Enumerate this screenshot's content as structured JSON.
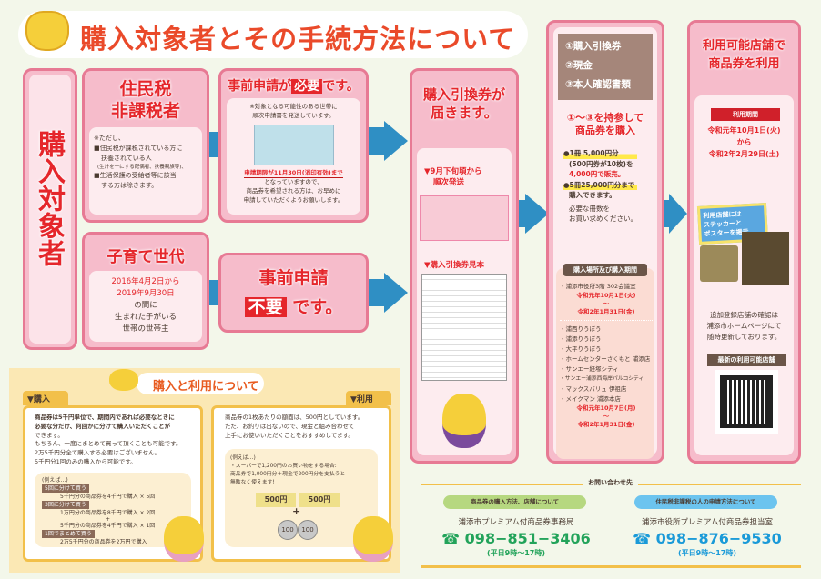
{
  "title": "購入対象者とその手続方法について",
  "target": {
    "label": "購入対象者"
  },
  "non_taxed": {
    "heading": [
      "住民税",
      "非課税者"
    ],
    "note_intro": "※ただし、",
    "notes": [
      "■住民税が課税されている方に",
      "扶養されている人",
      "(生計を一にする配偶者、扶養親族等)、",
      "■生活保護の受給者等に該当",
      "する方は除きます。"
    ]
  },
  "application_required": {
    "heading_pre": "事前申請が",
    "heading_badge": "必要",
    "heading_post": "です。",
    "note": [
      "※対象となる可能性のある世帯に",
      "順次申請書を発送しています。"
    ],
    "deadline": "申請期限が11月30日(消印有効)まで",
    "body": [
      "となっていますので、",
      "商品券を希望される方は、お早めに",
      "申請していただくようお願いします。"
    ]
  },
  "child_rearing": {
    "heading": "子育て世代",
    "body": [
      "2016年4月2日から",
      "2019年9月30日",
      "の間に",
      "生まれた子がいる",
      "世帯の世帯主"
    ]
  },
  "application_not_required": {
    "heading": "事前申請",
    "badge": "不要",
    "post": "です。"
  },
  "voucher_delivery": {
    "heading": [
      "購入引換券が",
      "届きます。"
    ],
    "shipping": [
      "▼9月下旬頃から",
      "順次発送"
    ],
    "sample": "▼購入引換券見本"
  },
  "purchase": {
    "items": [
      "①購入引換券",
      "②現金",
      "③本人確認書類"
    ],
    "heading": [
      "①～③を持参して",
      "商品券を購入"
    ],
    "bullets": [
      "●1冊 5,000円分",
      "(500円券が10枚)を",
      "4,000円で販売。",
      "●5冊25,000円分まで",
      "購入できます。"
    ],
    "note": [
      "必要な冊数を",
      "お買い求めください。"
    ],
    "places_banner": "購入場所及び購入期間",
    "city_hall": "・浦添市役所3階 302会議室",
    "city_hall_period": [
      "令和元年10月1日(火)",
      "～",
      "令和2年1月31日(金)"
    ],
    "stores": [
      "・浦西りうぼう",
      "・浦添りうぼう",
      "・大平りうぼう",
      "・ホームセンターさくもと 浦添店",
      "・サンエー経塚シティ",
      "・サンエー浦添西海岸パルコシティ",
      "・マックスバリュ 伊祖店",
      "・メイクマン 浦添本店"
    ],
    "stores_period": [
      "令和元年10月7日(月)",
      "～",
      "令和2年1月31日(金)"
    ]
  },
  "use": {
    "heading": [
      "利用可能店舗で",
      "商品券を利用"
    ],
    "period_banner": "利用期間",
    "period": [
      "令和元年10月1日(火)",
      "から",
      "令和2年2月29日(土)"
    ],
    "sticker_note": [
      "利用店舗には",
      "ステッカーと",
      "ポスターを掲示"
    ],
    "update_note": [
      "追加登録店舗の確認は",
      "浦添市ホームページにて",
      "随時更新しております。"
    ],
    "latest_banner": "最新の利用可能店舗"
  },
  "about": {
    "title": "購入と利用について",
    "buy": {
      "tab": "▼購入",
      "text": [
        "商品券は5千円単位で、期間内であれば必要なときに",
        "必要な分だけ、何回かに分けて購入いただくことが",
        "できます。",
        "もちろん、一度にまとめて買って頂くことも可能です。",
        "2万5千円分全て購入する必要はございません。",
        "5千円分1回のみの購入から可能です。"
      ],
      "example": "(例えば…)",
      "cases": [
        {
          "label": "5回に分けて買う",
          "lines": [
            "5千円分の商品券を4千円で購入 × 5回"
          ]
        },
        {
          "label": "3回に分けて買う",
          "lines": [
            "1万円分の商品券を8千円で購入 × 2回",
            "+",
            "5千円分の商品券を4千円で購入 × 1回"
          ]
        },
        {
          "label": "1回でまとめて買う",
          "lines": [
            "2万5千円分の商品券を2万円で購入"
          ]
        }
      ]
    },
    "use": {
      "tab": "▼利用",
      "text": [
        "商品券の1枚あたりの額面は、500円としています。",
        "ただ、お釣りは出ないので、現金と組み合わせて",
        "上手にお使いいただくことをおすすめしてます。"
      ],
      "example": [
        "(例えば…)",
        "・スーパーで1,200円のお買い物をする場合:",
        "商品券で1,000円分＋現金で200円分を支払うと",
        "無駄なく使えます!"
      ],
      "voucher": "500円",
      "plus": "+",
      "coin": "100"
    }
  },
  "contact": {
    "title": "お問い合わせ先",
    "left": {
      "tag": "商品券の購入方法、店舗について",
      "org": "浦添市プレミアム付商品券事務局",
      "phone": "☎ 098−851−3406",
      "hours": "(平日9時～17時)",
      "color": "#22a35a"
    },
    "right": {
      "tag": "住民税非課税の人の申請方法について",
      "org": "浦添市役所プレミアム付商品券担当室",
      "phone": "☎ 098−876−9530",
      "hours": "(平日9時～17時)",
      "color": "#1a9ad8"
    }
  }
}
